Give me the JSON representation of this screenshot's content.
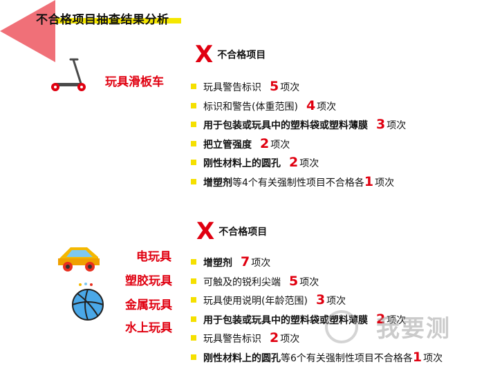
{
  "title": "不合格项目抽查结果分析",
  "colors": {
    "accent_red": "#e00010",
    "bullet_yellow": "#f5e000",
    "corner": "#f07078"
  },
  "section1": {
    "header": "不合格项目",
    "category": "玩具滑板车",
    "items": [
      {
        "pre": "玩具警告标识",
        "num": "5",
        "post": "项次",
        "bold": false
      },
      {
        "pre": "标识和警告(体重范围)",
        "num": "4",
        "post": "项次",
        "bold": false
      },
      {
        "pre": "用于包装或玩具中的塑料袋或塑料薄膜",
        "num": "3",
        "post": "项次",
        "bold": true
      },
      {
        "pre": "把立管强度",
        "num": "2",
        "post": "项次",
        "bold": true
      },
      {
        "pre": "刚性材料上的圆孔",
        "num": "2",
        "post": "项次",
        "bold": true
      },
      {
        "pre_bold": "增塑剂",
        "pre": "等4个有关强制性项目不合格各",
        "num": "1",
        "post": "项次"
      }
    ]
  },
  "section2": {
    "header": "不合格项目",
    "categories": [
      "电玩具",
      "塑胶玩具",
      "金属玩具",
      "水上玩具"
    ],
    "items": [
      {
        "pre": "增塑剂",
        "num": "7",
        "post": "项次",
        "bold": true
      },
      {
        "pre": "可触及的锐利尖端",
        "num": "5",
        "post": "项次",
        "bold": false
      },
      {
        "pre": "玩具使用说明(年龄范围)",
        "num": "3",
        "post": "项次",
        "bold": false
      },
      {
        "pre": "用于包装或玩具中的塑料袋或塑料薄膜",
        "num": "2",
        "post": "项次",
        "bold": true
      },
      {
        "pre": "玩具警告标识",
        "num": "2",
        "post": "项次",
        "bold": false
      },
      {
        "pre_bold": "刚性材料上的圆孔",
        "pre": "等6个有关强制性项目不合格各",
        "num": "1",
        "post": "项次"
      }
    ]
  },
  "watermark": "我要测",
  "icons": [
    "scooter-icon",
    "toy-car-icon",
    "ball-icon",
    "x-mark-icon"
  ]
}
